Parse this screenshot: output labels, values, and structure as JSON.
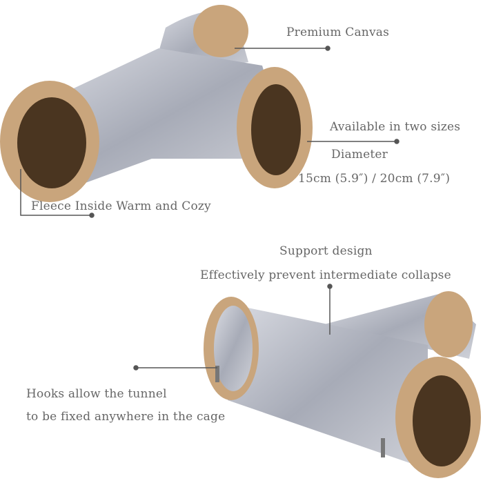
{
  "annotations": {
    "canvas": "Premium Canvas",
    "sizes": "Available in two sizes",
    "diameter_label": "Diameter",
    "diameter_values": "15cm (5.9″) / 20cm (7.9″)",
    "fleece": "Fleece Inside Warm and Cozy",
    "support_title": "Support design",
    "support_desc": "Effectively prevent intermediate collapse",
    "hooks_line1": "Hooks allow the tunnel",
    "hooks_line2": "to be fixed anywhere in the cage"
  },
  "colors": {
    "fabric": "#b9bcc6",
    "fleece": "#c9a57c",
    "inner": "#4a3520",
    "text": "#666666",
    "line": "#555555"
  }
}
